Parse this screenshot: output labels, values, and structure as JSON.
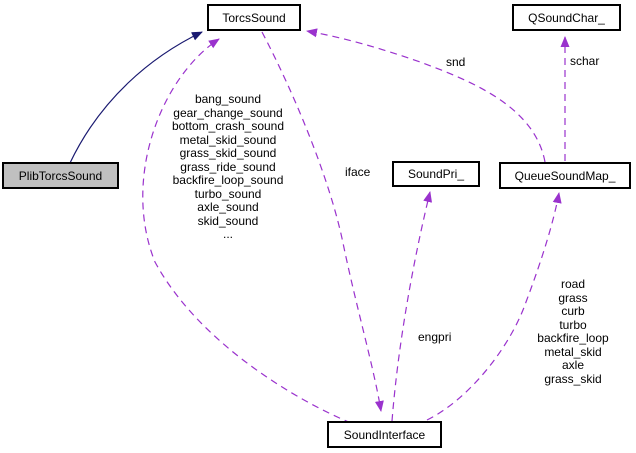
{
  "diagram": {
    "type": "collaboration-graph",
    "nodes": {
      "torcs_sound": {
        "label": "TorcsSound"
      },
      "qsound_char": {
        "label": "QSoundChar_"
      },
      "plib_torcs_sound": {
        "label": "PlibTorcsSound"
      },
      "sound_pri": {
        "label": "SoundPri_"
      },
      "queue_sound_map": {
        "label": "QueueSoundMap_"
      },
      "sound_interface": {
        "label": "SoundInterface"
      }
    },
    "edges": {
      "snd": {
        "label": "snd"
      },
      "schar": {
        "label": "schar"
      },
      "iface": {
        "label": "iface"
      },
      "engpri": {
        "label": "engpri"
      },
      "torcs_sound_members": {
        "label": "bang_sound\ngear_change_sound\nbottom_crash_sound\nmetal_skid_sound\ngrass_skid_sound\ngrass_ride_sound\nbackfire_loop_sound\nturbo_sound\naxle_sound\nskid_sound\n..."
      },
      "queue_map_members": {
        "label": "road\ngrass\ncurb\nturbo\nbackfire_loop\nmetal_skid\naxle\ngrass_skid"
      }
    },
    "colors": {
      "usage_edge": "#9a32cd",
      "inheritance_edge": "#191970",
      "node_background": "#ffffff",
      "current_node_background": "#c0c0c0",
      "node_border": "#000000",
      "text": "#000000"
    }
  }
}
